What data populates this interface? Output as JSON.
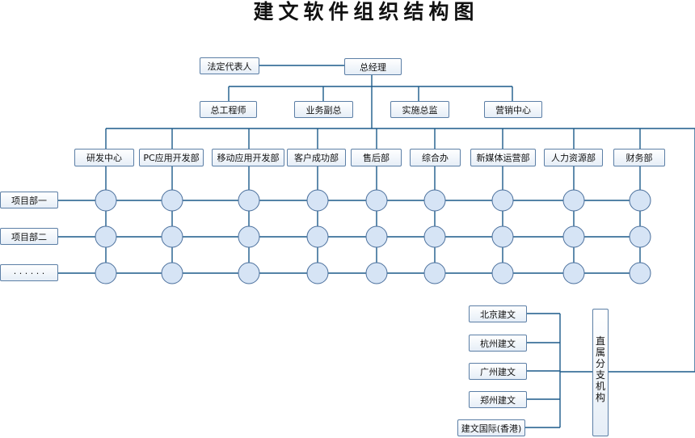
{
  "title": "建文软件组织结构图",
  "top": {
    "ceo": "总经理",
    "legal_rep": "法定代表人"
  },
  "executives": [
    "总工程师",
    "业务副总",
    "实施总监",
    "营销中心"
  ],
  "departments": [
    "研发中心",
    "PC应用开发部",
    "移动应用开发部",
    "客户成功部",
    "售后部",
    "综合办",
    "新媒体运营部",
    "人力资源部",
    "财务部"
  ],
  "projects": [
    "项目部一",
    "项目部二",
    "· · · · · ·"
  ],
  "branches": [
    "北京建文",
    "杭州建文",
    "广州建文",
    "郑州建文",
    "建文国际(香港)"
  ],
  "branch_group": "直属分支机构",
  "colors": {
    "line": "#1c5a8a",
    "box_border": "#5c7fa6",
    "node_fill": "#d6e4f5",
    "node_stroke": "#4a6f9c"
  }
}
